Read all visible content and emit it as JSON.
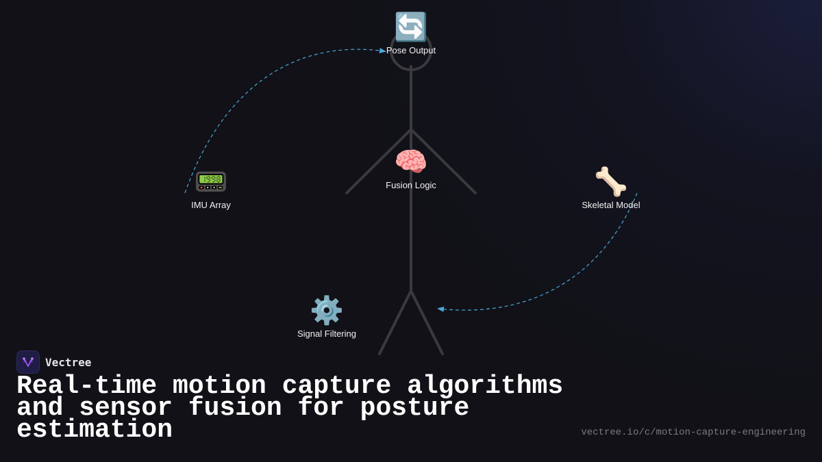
{
  "diagram": {
    "nodes": [
      {
        "id": "pose-output",
        "label": "Pose Output",
        "icon": "🔄",
        "icon_name": "repeat-arrows-icon"
      },
      {
        "id": "fusion-logic",
        "label": "Fusion Logic",
        "icon": "🧠",
        "icon_name": "brain-icon"
      },
      {
        "id": "imu-array",
        "label": "IMU Array",
        "icon": "📟",
        "icon_name": "pager-icon"
      },
      {
        "id": "skeletal-model",
        "label": "Skeletal Model",
        "icon": "🦴",
        "icon_name": "bone-icon"
      },
      {
        "id": "signal-filtering",
        "label": "Signal Filtering",
        "icon": "⚙️",
        "icon_name": "gear-icon"
      }
    ],
    "edges": [
      {
        "from": "imu-array",
        "to": "pose-output",
        "style": "dashed"
      },
      {
        "from": "skeletal-model",
        "to": "signal-filtering",
        "style": "dashed"
      }
    ],
    "colors": {
      "edge": "#4aa8d8",
      "figure": "#3a3a3e",
      "background": "#111117"
    }
  },
  "brand": {
    "name": "Vectree",
    "accent": "#a855f7"
  },
  "title": "Real-time motion capture algorithms and sensor fusion for posture estimation",
  "url": "vectree.io/c/motion-capture-engineering"
}
